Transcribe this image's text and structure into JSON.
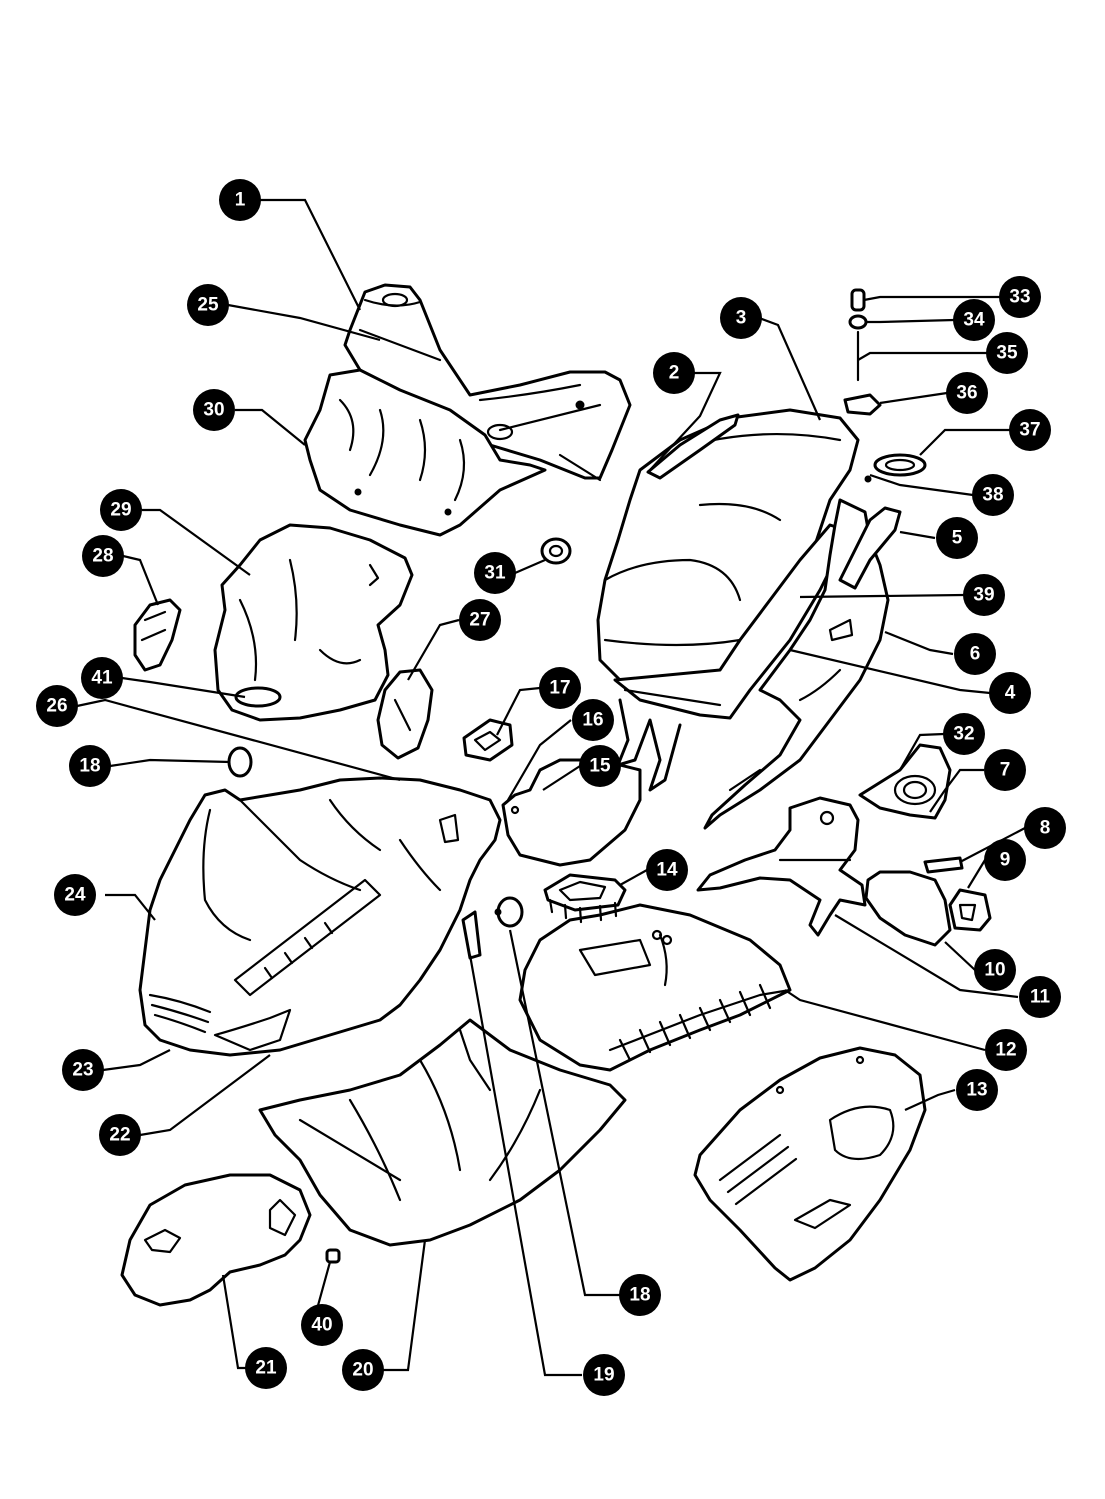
{
  "diagram": {
    "type": "exploded-parts-diagram",
    "callouts": [
      "1",
      "2",
      "3",
      "4",
      "5",
      "6",
      "7",
      "8",
      "9",
      "10",
      "11",
      "12",
      "13",
      "14",
      "15",
      "16",
      "17",
      "18",
      "18",
      "19",
      "20",
      "21",
      "22",
      "23",
      "24",
      "25",
      "26",
      "27",
      "28",
      "29",
      "30",
      "31",
      "32",
      "33",
      "34",
      "35",
      "36",
      "37",
      "38",
      "39",
      "40",
      "41"
    ],
    "callout_color": "#000000",
    "callout_text_color": "#ffffff",
    "line_color": "#000000",
    "background": "#ffffff"
  }
}
